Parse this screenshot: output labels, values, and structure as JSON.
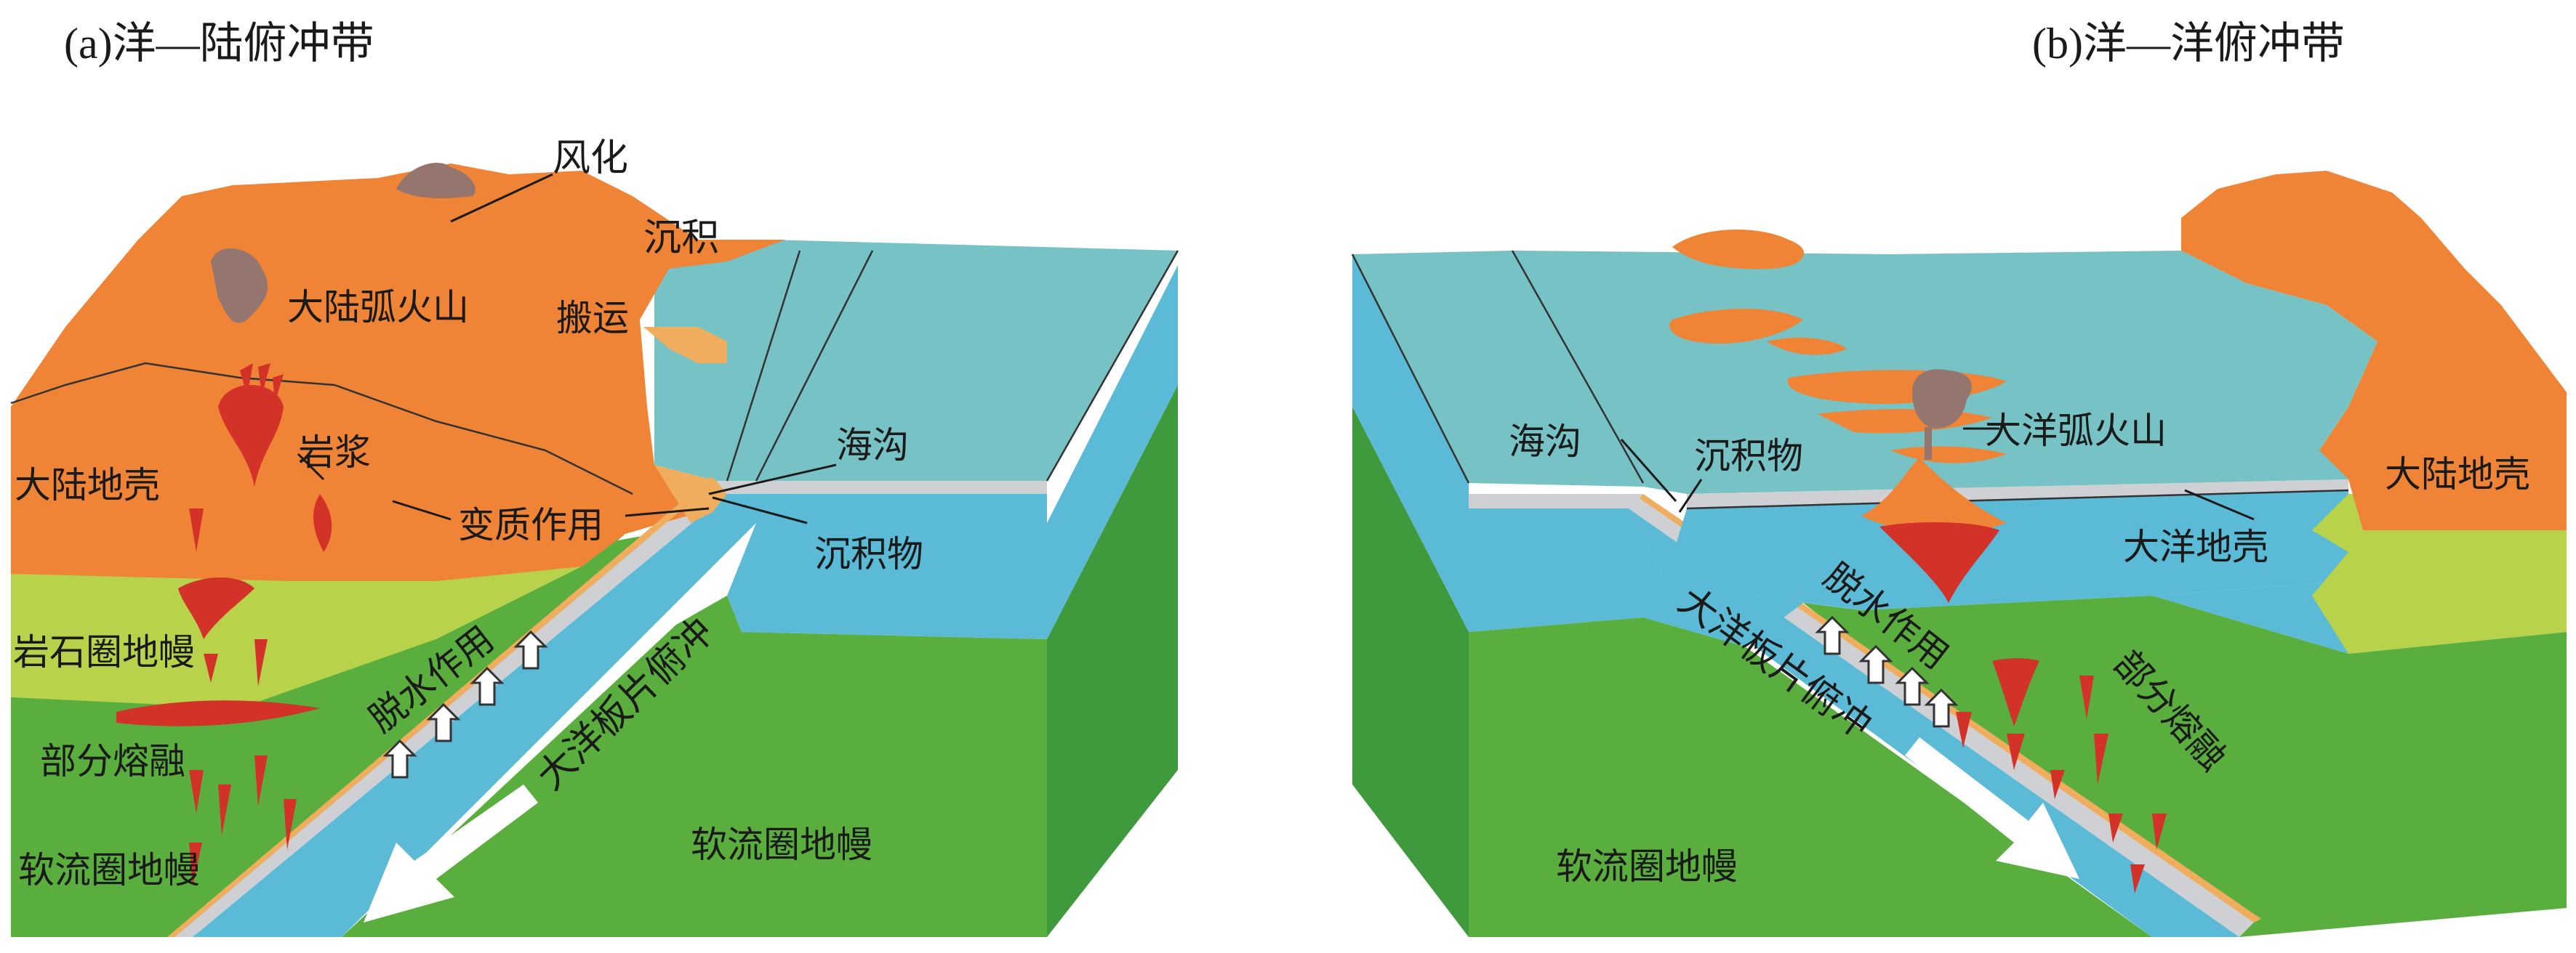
{
  "panel_a": {
    "title": "(a)洋—陆俯冲带",
    "labels": {
      "weathering": "风化",
      "deposition": "沉积",
      "arc_volcano": "大陆弧火山",
      "transport": "搬运",
      "continental_crust": "大陆地壳",
      "magma": "岩浆",
      "trench": "海沟",
      "metamorphism": "变质作用",
      "sediment": "沉积物",
      "lithospheric_mantle": "岩石圈地幔",
      "dehydration": "脱水作用",
      "subduction": "大洋板片俯冲",
      "partial_melting": "部分熔融",
      "asthenosphere": "软流圈地幔"
    }
  },
  "panel_b": {
    "title": "(b)洋—洋俯冲带",
    "labels": {
      "trench": "海沟",
      "sediment": "沉积物",
      "arc_volcano": "大洋弧火山",
      "continental_crust": "大陆地壳",
      "oceanic_crust": "大洋地壳",
      "dehydration": "脱水作用",
      "subduction": "大洋板片俯冲",
      "partial_melting": "部分熔融",
      "asthenosphere": "软流圈地幔"
    }
  },
  "colors": {
    "continental_crust": "#ef8437",
    "ocean_surface": "#77c2c5",
    "oceanic_slab": "#5bbad6",
    "slab_edge": "#cfd0d4",
    "sediment": "#efad5d",
    "lithospheric_mantle": "#b8d24b",
    "asthenosphere": "#5aae3d",
    "asthenosphere_side": "#3f9a3d",
    "magma": "#d23228",
    "volcanic_ash": "#95766e"
  }
}
